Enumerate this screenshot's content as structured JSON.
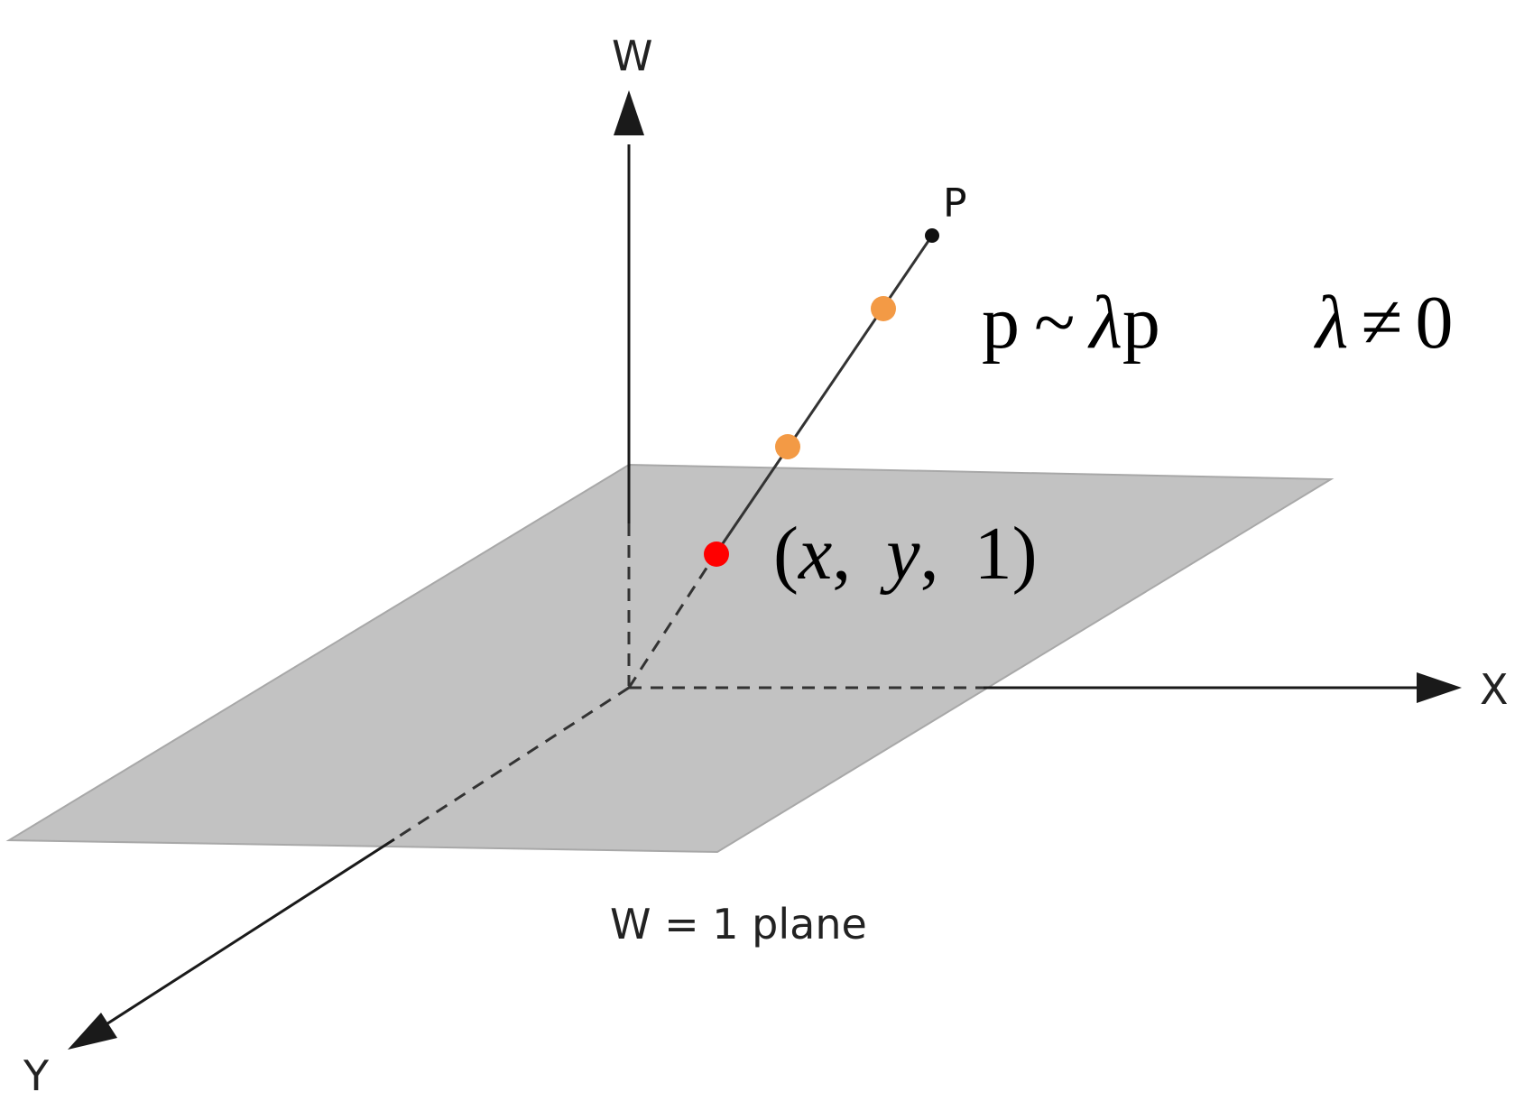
{
  "axes": {
    "w_label": "W",
    "x_label": "X",
    "y_label": "Y"
  },
  "plane": {
    "label": "W = 1 plane",
    "color": "#c2c2c2",
    "edge_color": "#a8a8a8"
  },
  "ray": {
    "point_label": "P",
    "projected_point": {
      "x_symbol": "x",
      "y_symbol": "y",
      "w_value": "1"
    }
  },
  "equations": {
    "equivalence": {
      "lhs": "p",
      "relation": "~",
      "scalar": "λ",
      "rhs": "p"
    },
    "condition": {
      "scalar": "λ",
      "relation": "≠",
      "value": "0"
    }
  },
  "colors": {
    "projected_point": "#ff0000",
    "scaled_points": "#f39a45",
    "axis": "#1a1a1a",
    "ray": "#333333"
  }
}
